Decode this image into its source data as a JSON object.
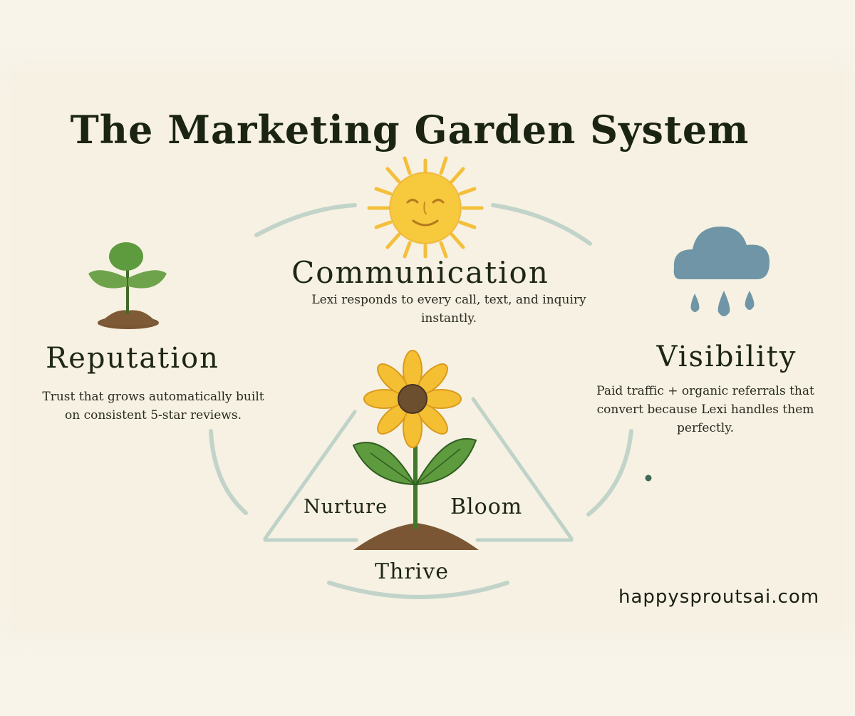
{
  "title": "The Marketing Garden System",
  "pillars": {
    "communication": {
      "heading": "Communication",
      "description": "Lexi responds to every call, text, and inquiry instantly.",
      "icon": "sun-icon"
    },
    "reputation": {
      "heading": "Reputation",
      "description": "Trust that grows automatically built on consistent 5-star reviews.",
      "icon": "sprout-icon"
    },
    "visibility": {
      "heading": "Visibility",
      "description": "Paid traffic + organic referrals that convert because Lexi handles them perfectly.",
      "icon": "rain-cloud-icon"
    }
  },
  "cycle": {
    "nurture": "Nurture",
    "bloom": "Bloom",
    "thrive": "Thrive",
    "center_icon": "sunflower-icon"
  },
  "footer": {
    "url": "happysproutsai.com"
  },
  "colors": {
    "sun": "#f7c93c",
    "cloud": "#6f95a6",
    "leaf": "#5e9a3e",
    "petal": "#f3b82a",
    "soil": "#7a5634",
    "ring": "#b9cfc6",
    "text": "#1f2616"
  }
}
